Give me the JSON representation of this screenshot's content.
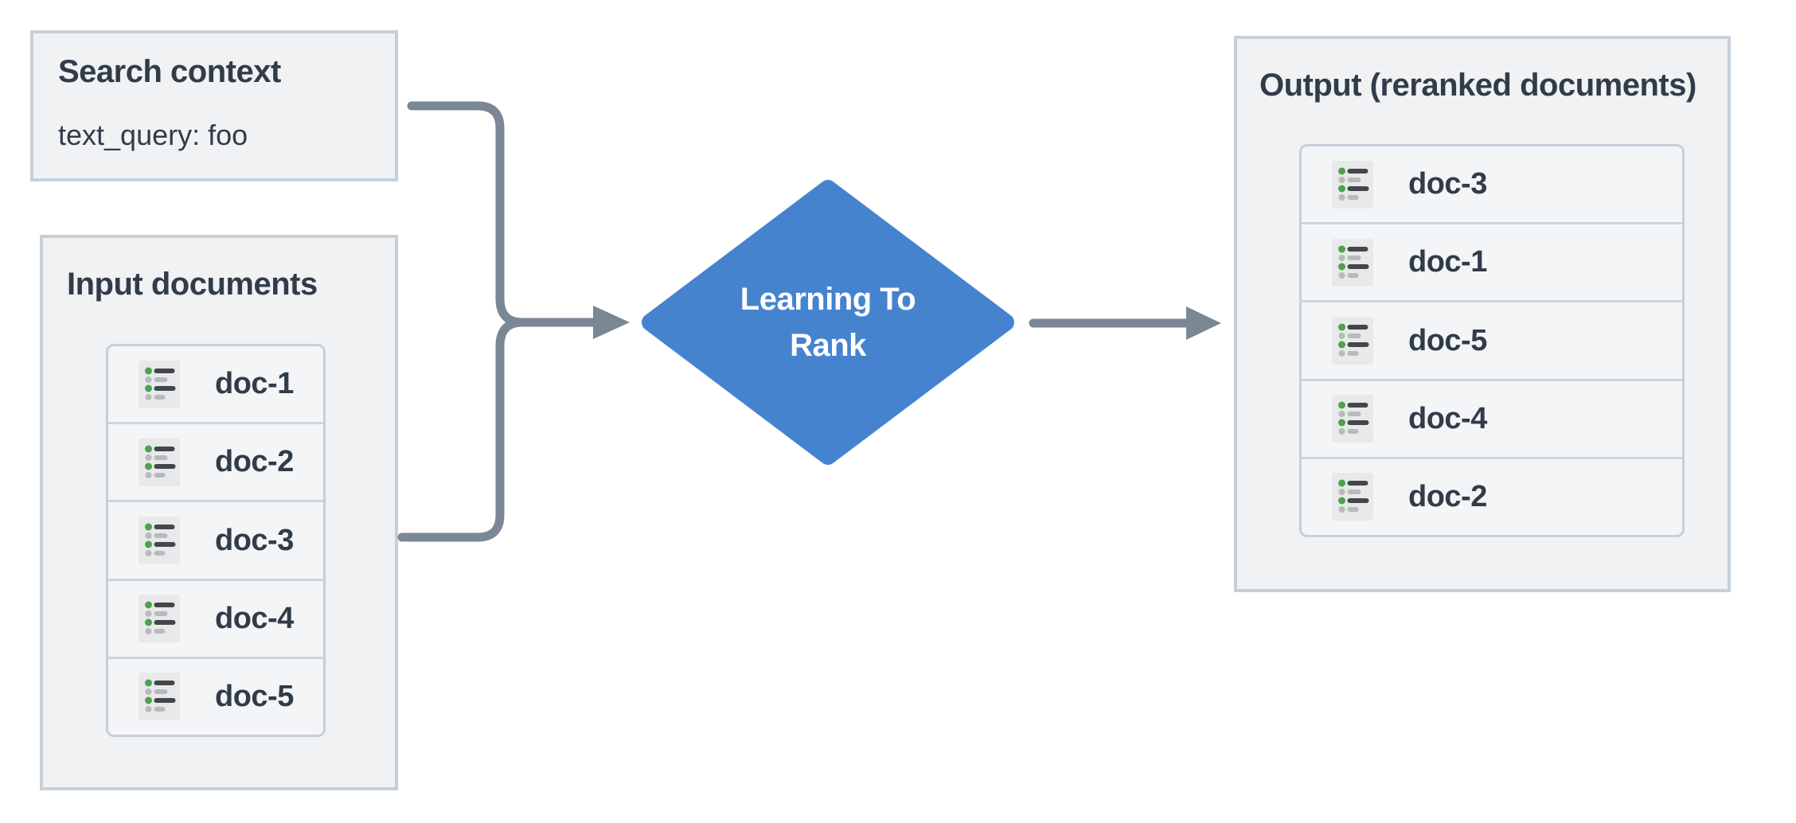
{
  "search_context": {
    "title": "Search context",
    "query": "text_query: foo"
  },
  "input_documents": {
    "title": "Input documents",
    "docs": [
      "doc-1",
      "doc-2",
      "doc-3",
      "doc-4",
      "doc-5"
    ]
  },
  "process": {
    "label": "Learning To Rank",
    "lines": [
      "Learning To",
      "Rank"
    ]
  },
  "output": {
    "title": "Output (reranked documents)",
    "docs": [
      "doc-3",
      "doc-1",
      "doc-5",
      "doc-4",
      "doc-2"
    ]
  },
  "colors": {
    "diamond_blue": "#4583cf",
    "arrow_gray": "#7b8795",
    "text_dark": "#313c49",
    "box_background": "#f0f2f4",
    "box_border": "#c6d0d9",
    "icon_green": "#4ba34b"
  }
}
